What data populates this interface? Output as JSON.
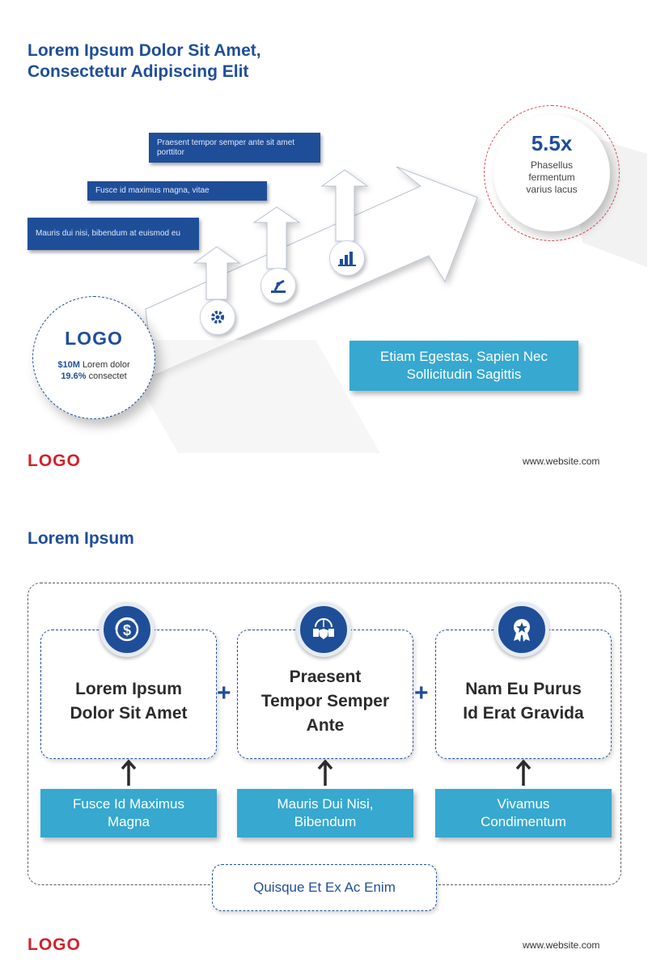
{
  "slide1": {
    "title": "Lorem Ipsum Dolor Sit Amet,\nConsectetur Adipiscing Elit",
    "callouts": [
      "Praesent tempor semper ante sit amet porttitor",
      "Fusce id maximus magna, vitae",
      "Mauris dui nisi, bibendum at euismod eu"
    ],
    "company": {
      "logo": "LOGO",
      "stat1_value": "$10M",
      "stat1_label": "Lorem dolor",
      "stat2_value": "19.6%",
      "stat2_label": "consectet"
    },
    "target": {
      "value": "5.5x",
      "label": "Phasellus fermentum varius lacus"
    },
    "icons": [
      "gear-icon",
      "robot-arm-icon",
      "bar-chart-icon"
    ],
    "highlight": "Etiam Egestas, Sapien Nec Sollicitudin Sagittis",
    "footer_logo": "LOGO",
    "website": "www.website.com"
  },
  "slide2": {
    "title": "Lorem Ipsum",
    "cards": [
      {
        "icon": "dollar-cycle-icon",
        "text": "Lorem Ipsum Dolor Sit Amet",
        "sub": "Fusce Id Maximus Magna"
      },
      {
        "icon": "globe-shield-icon",
        "text": "Praesent Tempor Semper Ante",
        "sub": "Mauris Dui Nisi, Bibendum"
      },
      {
        "icon": "award-badge-icon",
        "text": "Nam Eu Purus Id Erat Gravida",
        "sub": "Vivamus Condimentum"
      }
    ],
    "plus_symbol": "+",
    "bottom": "Quisque Et Ex Ac Enim",
    "footer_logo": "LOGO",
    "website": "www.website.com"
  },
  "colors": {
    "primary": "#1f4e99",
    "accent": "#37a8cf",
    "logo_red": "#d4202a"
  }
}
